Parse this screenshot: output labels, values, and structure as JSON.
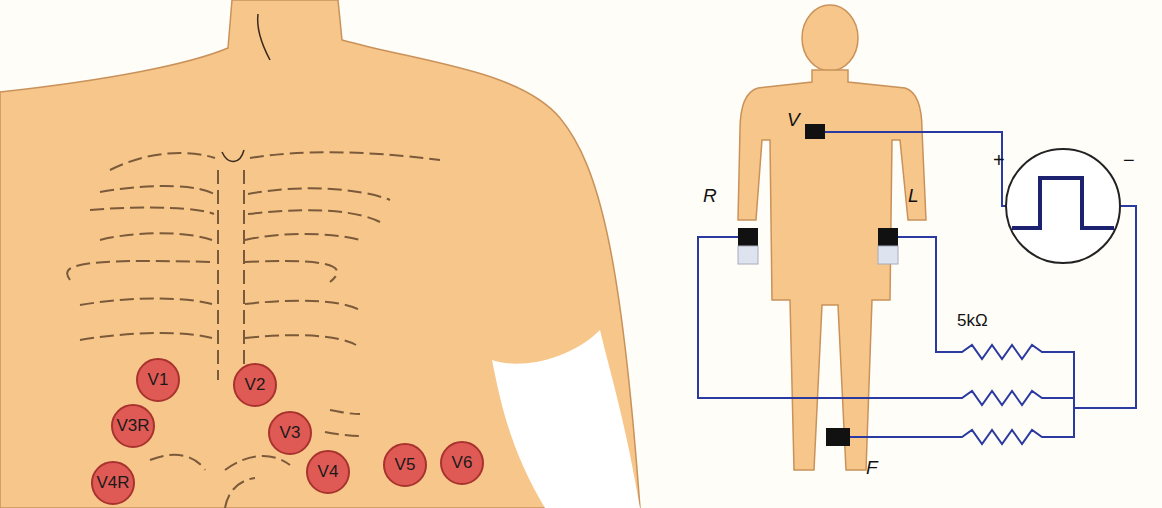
{
  "diagram": {
    "nodes": [
      {
        "text": [
          "V1"
        ]
      },
      {
        "text": [
          "V2"
        ]
      },
      {
        "text": [
          "V3R"
        ]
      },
      {
        "text": [
          "V3"
        ]
      },
      {
        "text": [
          "V4R"
        ]
      },
      {
        "text": [
          "V4"
        ]
      },
      {
        "text": [
          "V5"
        ]
      },
      {
        "text": [
          "V6"
        ]
      }
    ],
    "labels": [
      "V",
      "R",
      "L",
      "F",
      "+",
      "−",
      "5kΩ"
    ]
  }
}
